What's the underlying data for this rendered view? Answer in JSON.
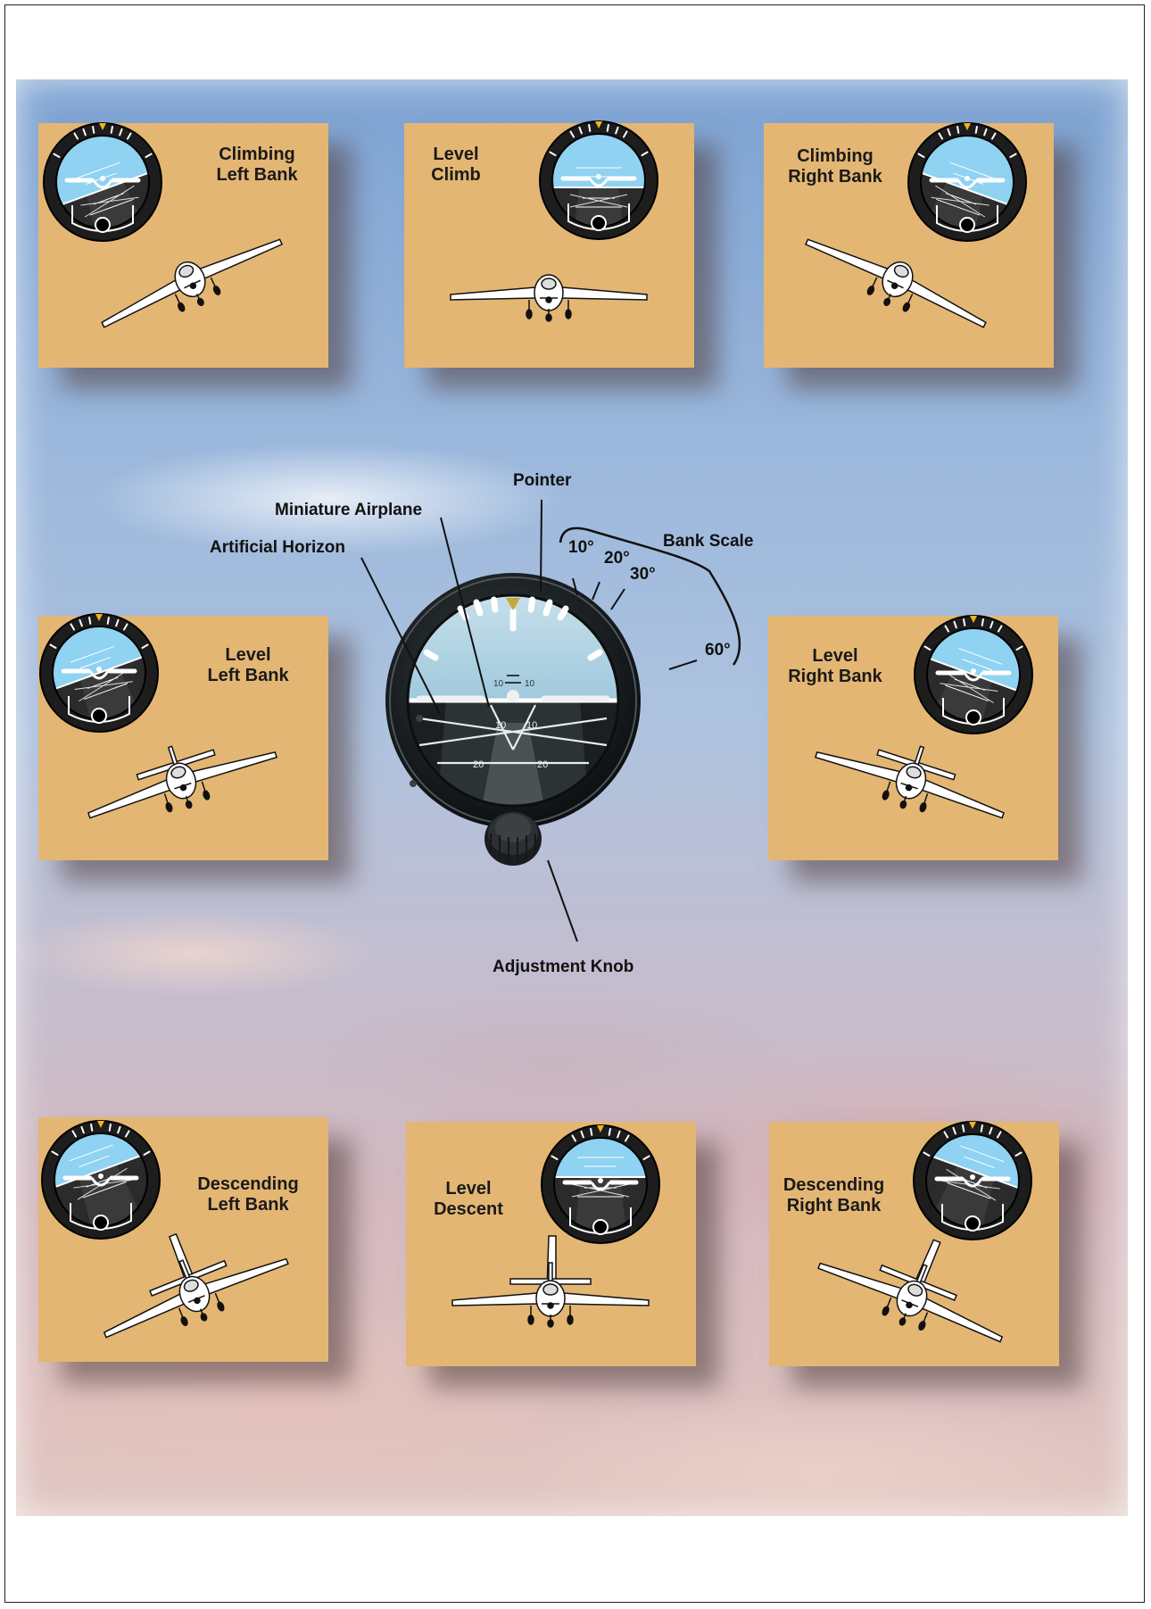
{
  "cards": [
    {
      "id": "climbing-left-bank",
      "line1": "Climbing",
      "line2": "Left Bank"
    },
    {
      "id": "level-climb",
      "line1": "Level",
      "line2": "Climb"
    },
    {
      "id": "climbing-right-bank",
      "line1": "Climbing",
      "line2": "Right Bank"
    },
    {
      "id": "level-left-bank",
      "line1": "Level",
      "line2": "Left Bank"
    },
    {
      "id": "level-right-bank",
      "line1": "Level",
      "line2": "Right Bank"
    },
    {
      "id": "descending-left-bank",
      "line1": "Descending",
      "line2": "Left Bank"
    },
    {
      "id": "level-descent",
      "line1": "Level",
      "line2": "Descent"
    },
    {
      "id": "descending-right-bank",
      "line1": "Descending",
      "line2": "Right Bank"
    }
  ],
  "callouts": {
    "pointer": "Pointer",
    "miniature_airplane": "Miniature Airplane",
    "artificial_horizon": "Artificial Horizon",
    "bank_scale": "Bank Scale",
    "adjustment_knob": "Adjustment Knob"
  },
  "bank_scale_ticks": [
    "10°",
    "20°",
    "30°",
    "60°"
  ],
  "instrument_markings": {
    "ten": "10",
    "twenty": "20"
  },
  "colors": {
    "card": "#e4b673",
    "sky_face": "#8fd2f2",
    "ground_face": "#2b2b2b",
    "pointer": "#f2b31c"
  }
}
